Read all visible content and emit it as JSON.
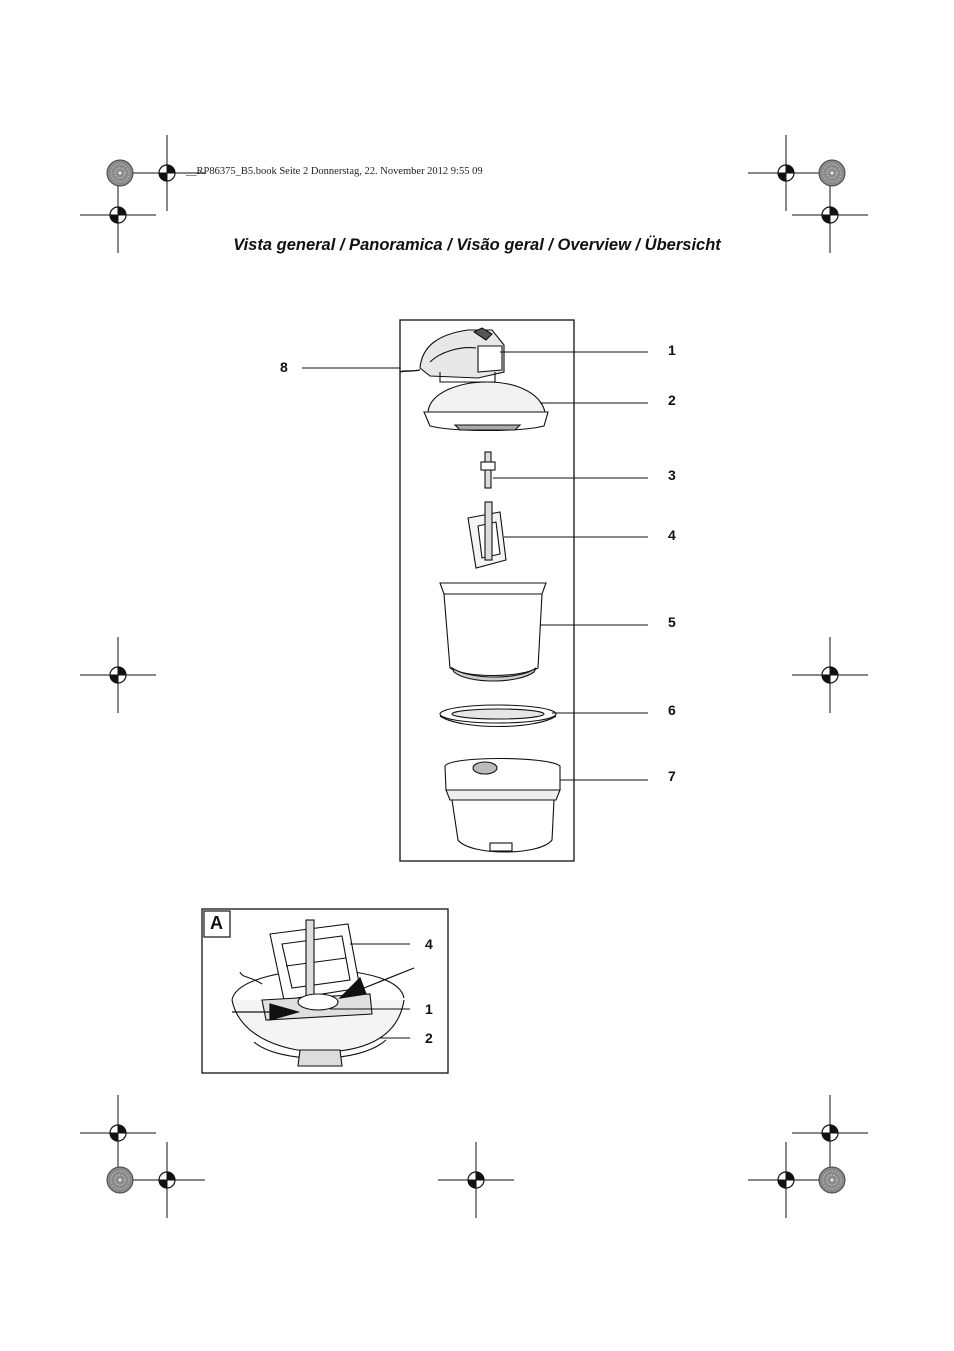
{
  "header_meta": "__RP86375_B5.book  Seite 2  Donnerstag, 22. November 2012  9:55 09",
  "title": "Vista general / Panoramica / Visão geral / Overview / Übersicht",
  "main_figure": {
    "callouts": [
      "1",
      "2",
      "3",
      "4",
      "5",
      "6",
      "7",
      "8"
    ]
  },
  "inset_figure": {
    "letter": "A",
    "callouts": [
      "4",
      "1",
      "2"
    ]
  },
  "icons": [
    "registration-mark-icon",
    "color-target-icon"
  ]
}
